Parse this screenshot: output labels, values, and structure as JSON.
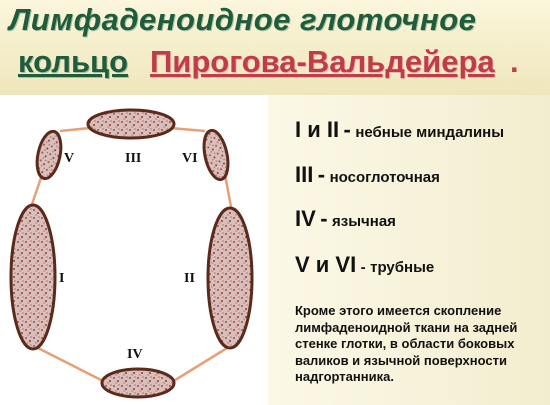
{
  "title": {
    "line1": "Лимфаденоидное глоточное",
    "line2_part1": "кольцо",
    "line2_part2": "Пирогова-Вальдейера",
    "line2_dot": "."
  },
  "colors": {
    "title_green": "#1f5c3c",
    "title_red": "#c03d47",
    "ring_line": "#e6a077",
    "tonsil_outline": "#5a2a1a",
    "tonsil_fill": "#c9a7a0"
  },
  "diagram": {
    "labels": [
      "I",
      "II",
      "III",
      "IV",
      "V",
      "VI"
    ]
  },
  "legend": [
    {
      "key": "I и II",
      "sep": "-",
      "desc": "небные миндалины"
    },
    {
      "key": "III",
      "sep": "-",
      "desc": "носоглоточная"
    },
    {
      "key": "IV",
      "sep": "-",
      "desc": "язычная"
    },
    {
      "key": "V и VI",
      "sep": "-",
      "desc": "трубные"
    }
  ],
  "note": "Кроме этого имеется скопление лимфаденоидной ткани на задней стенке глотки, в области боковых валиков и язычной поверхности надгортанника."
}
